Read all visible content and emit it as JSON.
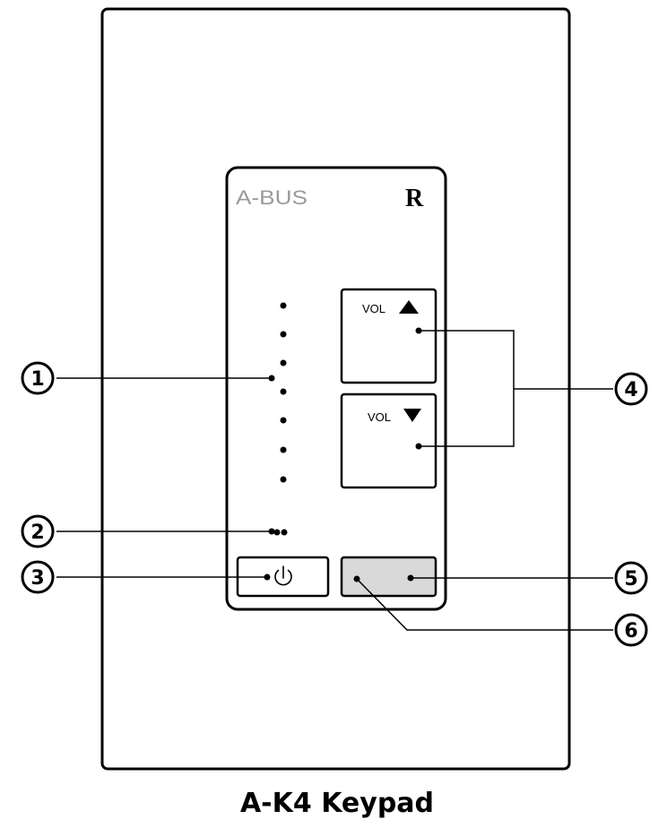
{
  "brand": {
    "label": "A-BUS",
    "logo": "R"
  },
  "buttons": {
    "vol_up_label": "VOL",
    "vol_down_label": "VOL",
    "power_icon": "power-icon"
  },
  "indicators": {
    "level_led_count": 7
  },
  "callouts": [
    "1",
    "2",
    "3",
    "4",
    "5",
    "6"
  ],
  "caption": "A-K4 Keypad",
  "colors": {
    "line": "#000000",
    "blank_button": "#d9d9d9",
    "brand_text": "#9a9a9a"
  }
}
